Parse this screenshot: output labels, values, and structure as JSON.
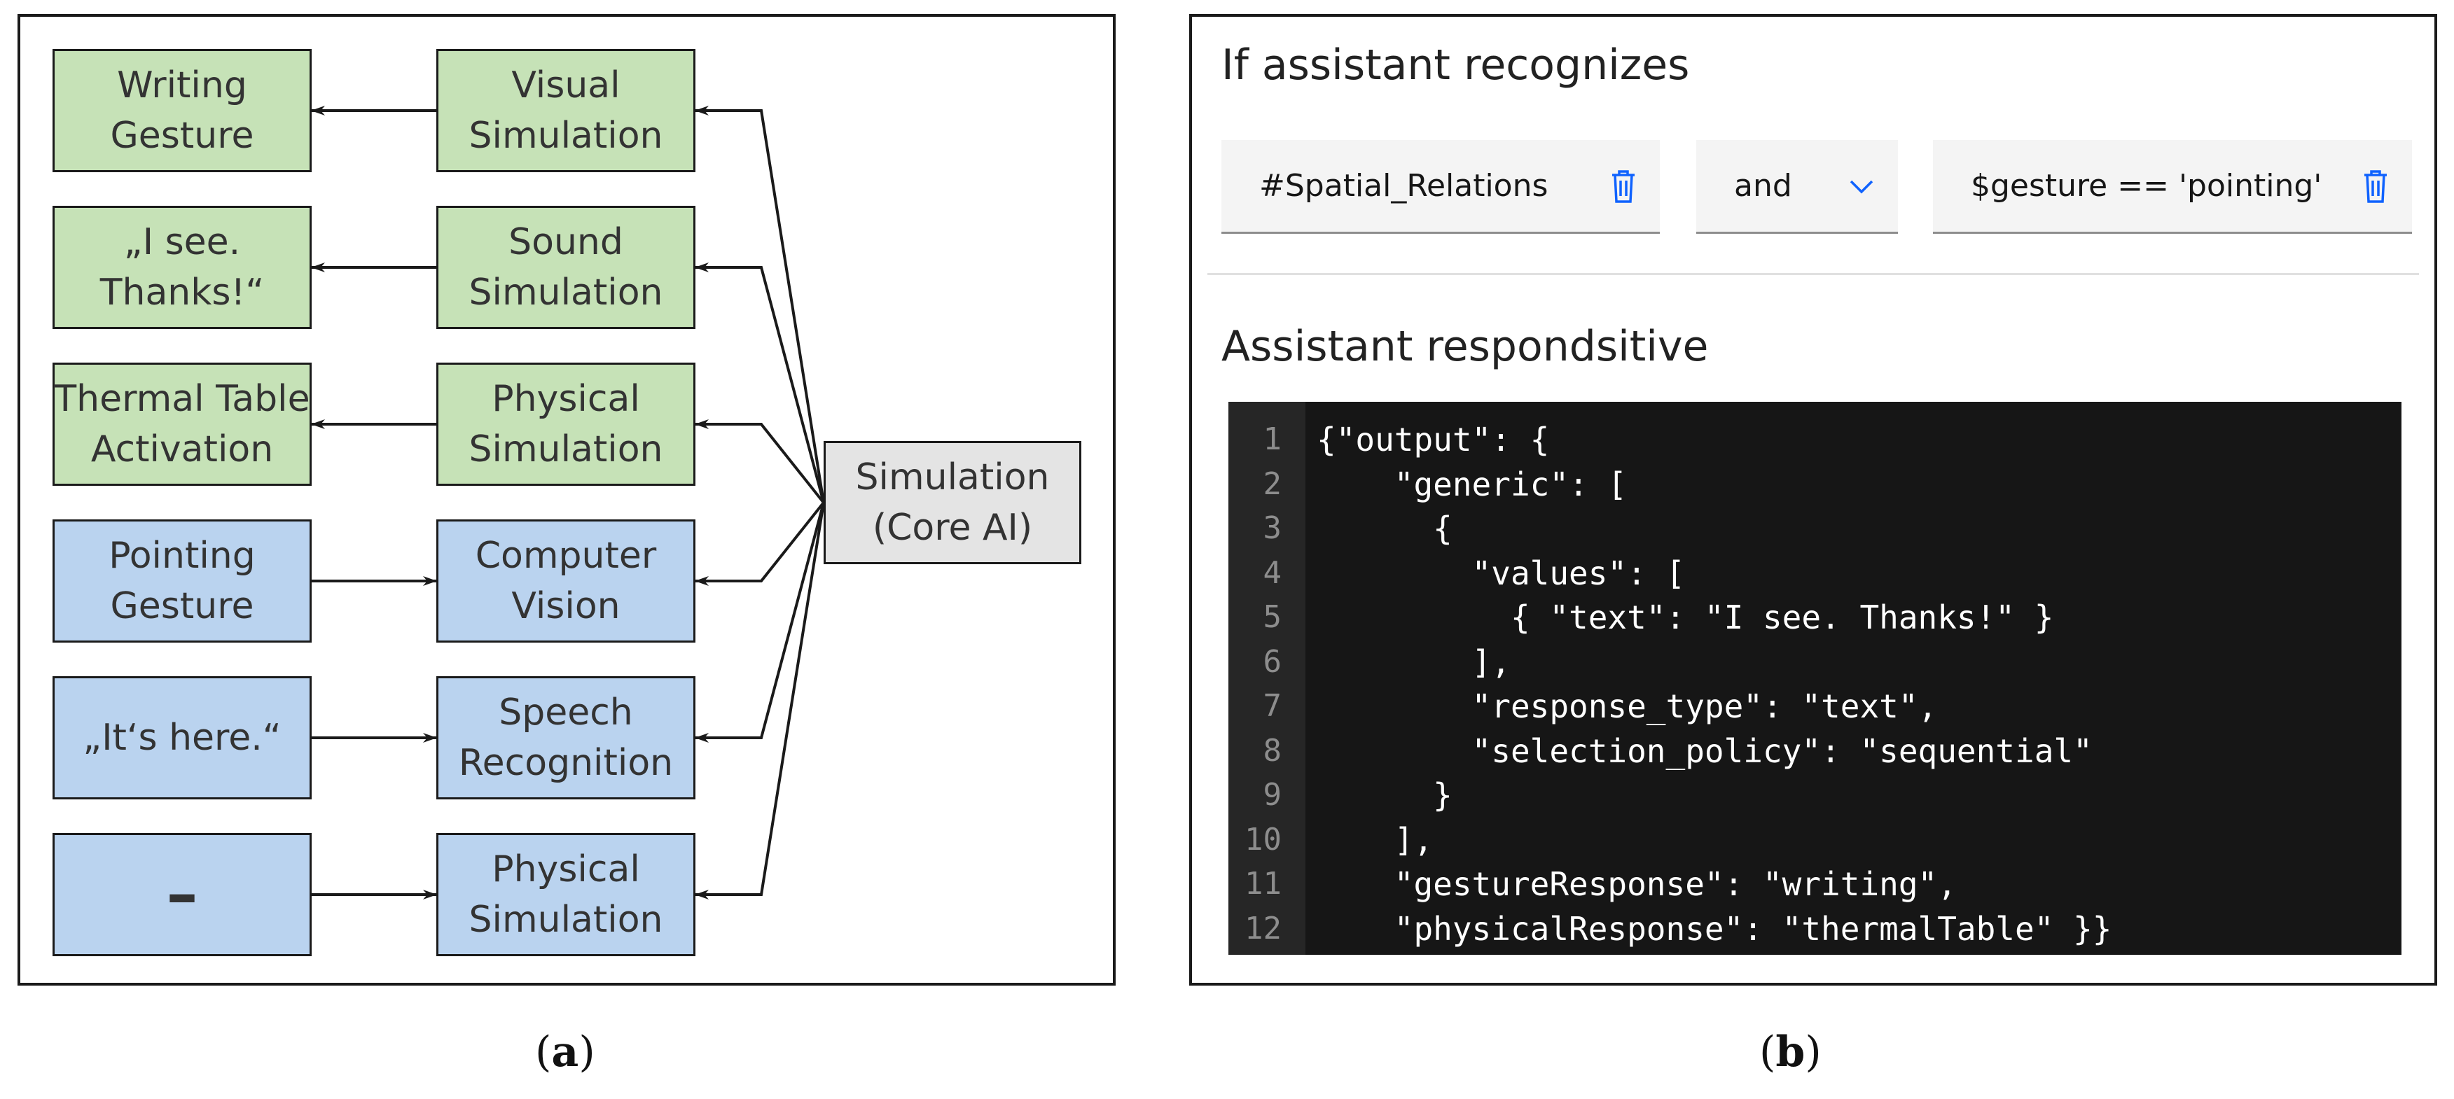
{
  "panel_a": {
    "caption_label": "a",
    "hub": {
      "line1": "Simulation",
      "line2": "(Core AI)"
    },
    "rows": [
      {
        "left": {
          "line1": "Writing",
          "line2": "Gesture"
        },
        "mid": {
          "line1": "Visual",
          "line2": "Simulation"
        },
        "color": "green",
        "direction": "to-left"
      },
      {
        "left": {
          "line1": "„I see.",
          "line2": "Thanks!“"
        },
        "mid": {
          "line1": "Sound",
          "line2": "Simulation"
        },
        "color": "green",
        "direction": "to-left"
      },
      {
        "left": {
          "line1": "Thermal Table",
          "line2": "Activation"
        },
        "mid": {
          "line1": "Physical",
          "line2": "Simulation"
        },
        "color": "green",
        "direction": "to-left"
      },
      {
        "left": {
          "line1": "Pointing",
          "line2": "Gesture"
        },
        "mid": {
          "line1": "Computer",
          "line2": "Vision"
        },
        "color": "blue",
        "direction": "to-right"
      },
      {
        "left": {
          "line1": "„It‘s here.“",
          "line2": ""
        },
        "mid": {
          "line1": "Speech",
          "line2": "Recognition"
        },
        "color": "blue",
        "direction": "to-right"
      },
      {
        "left": {
          "line1": "–",
          "line2": ""
        },
        "mid": {
          "line1": "Physical",
          "line2": "Simulation"
        },
        "color": "blue",
        "direction": "to-right"
      }
    ],
    "colors": {
      "green": "#c6e2b7",
      "blue": "#bad3ef",
      "hub": "#e4e4e4",
      "stroke": "#1a1a1a"
    }
  },
  "panel_b": {
    "caption_label": "b",
    "condition_title": "If assistant recognizes",
    "condition_intent": "#Spatial_Relations",
    "operator": "and",
    "condition_expression": "$gesture == 'pointing'",
    "response_title": "Assistant respondsitive",
    "code_lines": [
      "{\"output\": {",
      "    \"generic\": [",
      "      {",
      "        \"values\": [",
      "          { \"text\": \"I see. Thanks!\" }",
      "        ],",
      "        \"response_type\": \"text\",",
      "        \"selection_policy\": \"sequential\"",
      "      }",
      "    ],",
      "    \"gestureResponse\": \"writing\",",
      "    \"physicalResponse\": \"thermalTable\" }}"
    ],
    "line_numbers": [
      "1",
      "2",
      "3",
      "4",
      "5",
      "6",
      "7",
      "8",
      "9",
      "10",
      "11",
      "12"
    ],
    "icons": {
      "delete": "trash-icon",
      "dropdown": "chevron-down-icon"
    },
    "colors": {
      "accent": "#0f62fe",
      "code_bg": "#161616",
      "gutter_bg": "#262626",
      "field_bg": "#f4f4f4"
    }
  }
}
